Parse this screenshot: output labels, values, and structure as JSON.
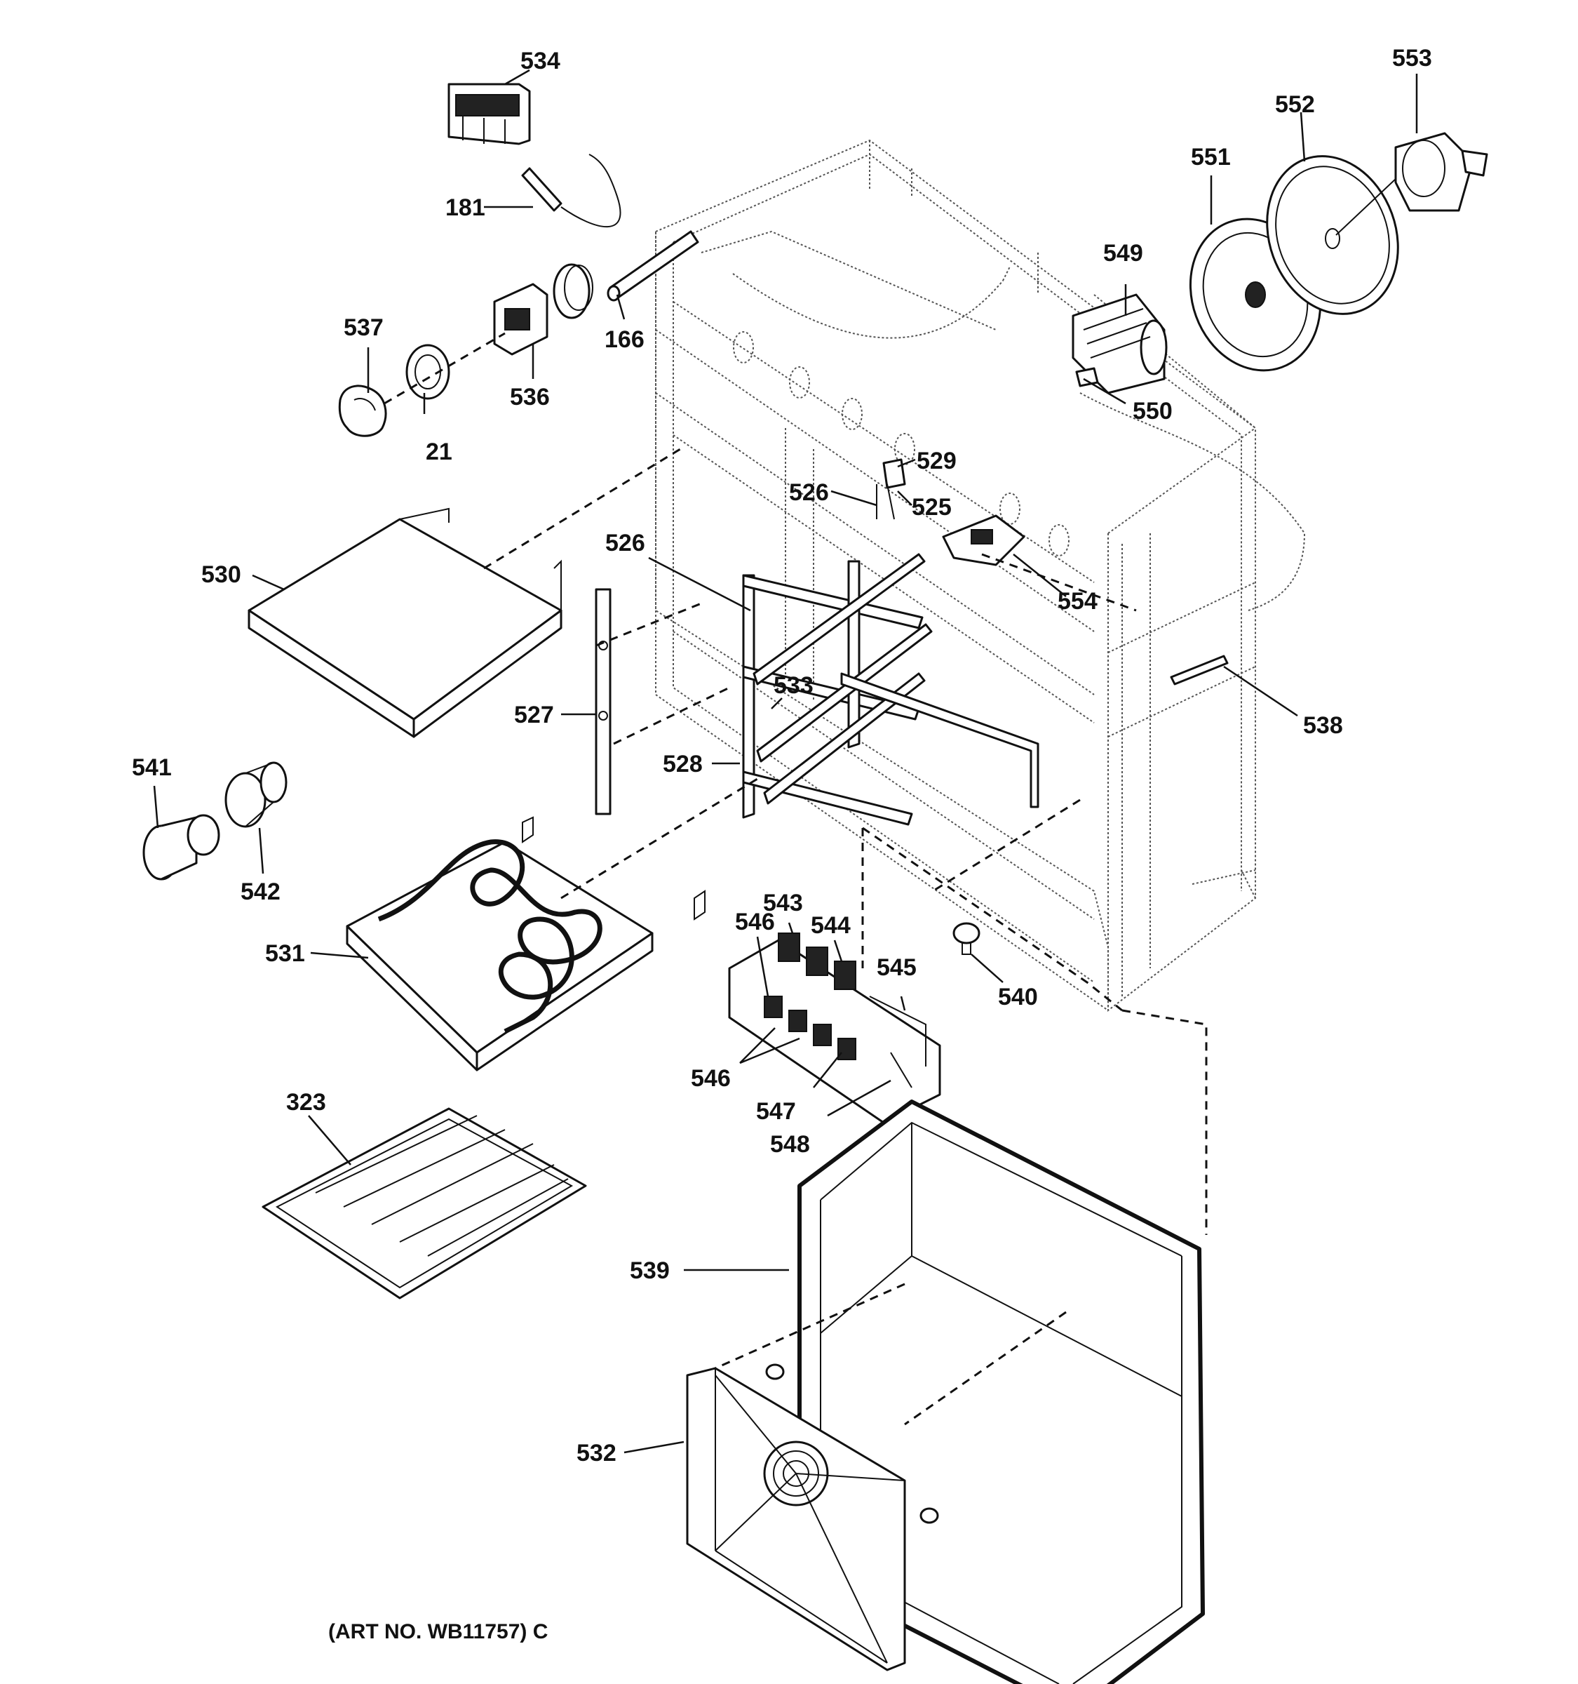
{
  "caption": "(ART NO. WB11757) C",
  "callouts": {
    "p534": "534",
    "p181": "181",
    "p537": "537",
    "p21": "21",
    "p536": "536",
    "p166": "166",
    "p549": "549",
    "p550": "550",
    "p551": "551",
    "p552": "552",
    "p553": "553",
    "p529": "529",
    "p526a": "526",
    "p525": "525",
    "p526b": "526",
    "p554": "554",
    "p530": "530",
    "p527": "527",
    "p533": "533",
    "p528": "528",
    "p538": "538",
    "p541": "541",
    "p542": "542",
    "p531": "531",
    "p543": "543",
    "p546a": "546",
    "p544": "544",
    "p545": "545",
    "p540": "540",
    "p546b": "546",
    "p547": "547",
    "p548": "548",
    "p323": "323",
    "p539": "539",
    "p532": "532"
  }
}
